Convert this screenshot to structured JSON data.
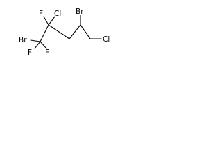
{
  "molecule": {
    "atoms": {
      "br_left": "Br",
      "f_top": "F",
      "cl_top": "Cl",
      "br_right": "Br",
      "cl_right": "Cl",
      "f_bottom_left": "F",
      "f_bottom_right": "F"
    },
    "colors": {
      "bond": "#000000",
      "text": "#000000",
      "background": "#ffffff"
    }
  }
}
